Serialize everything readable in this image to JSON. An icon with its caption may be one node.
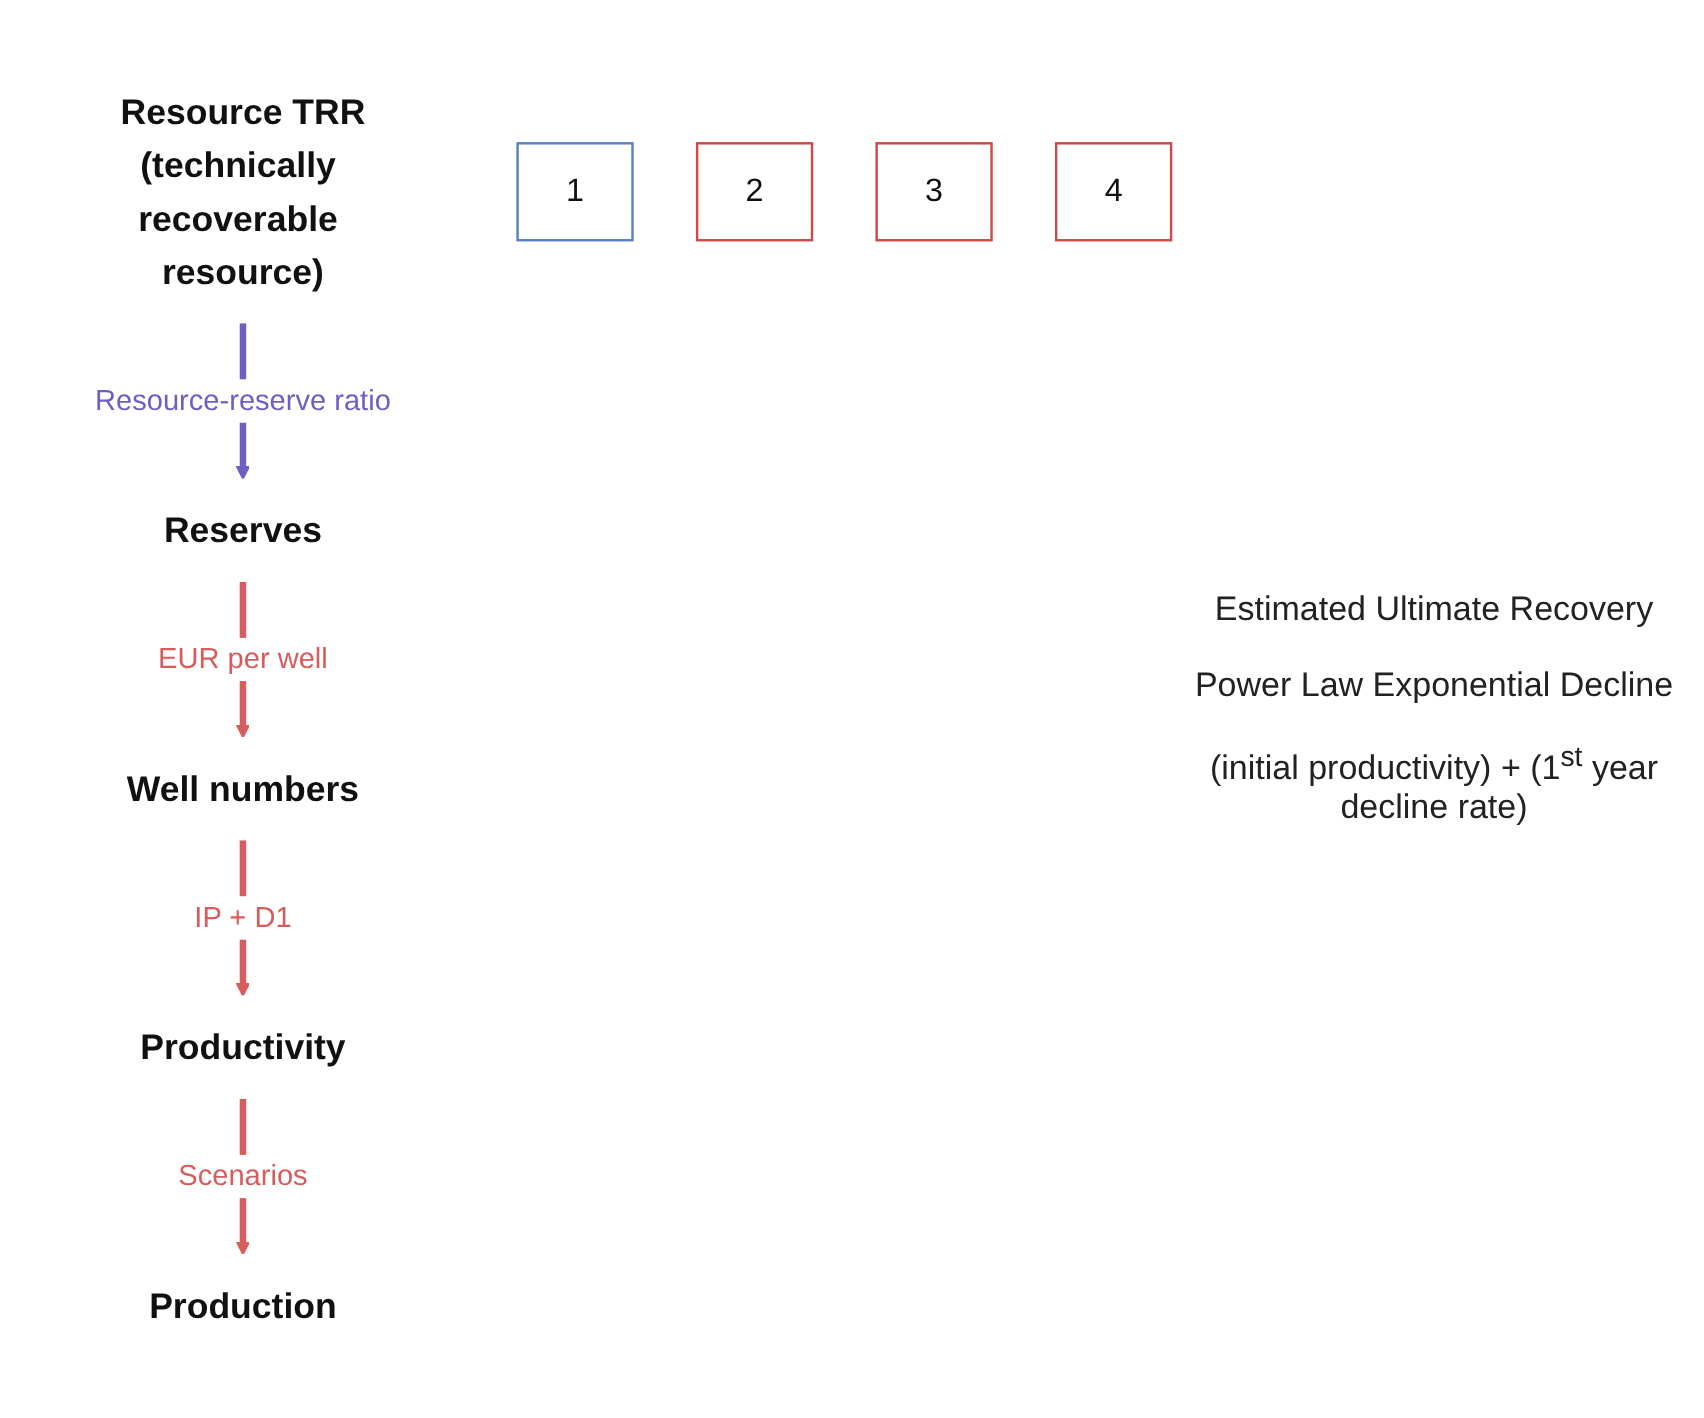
{
  "diagram": {
    "nodes": [
      {
        "text": [
          "Resource TRR",
          "(technically recoverable resource)"
        ]
      },
      {
        "text": [
          "Reserves"
        ]
      },
      {
        "text": [
          "Well numbers"
        ]
      },
      {
        "text": [
          "Productivity"
        ]
      },
      {
        "text": [
          "Production"
        ]
      },
      {
        "text": [
          "1"
        ]
      },
      {
        "text": [
          "2"
        ]
      },
      {
        "text": [
          "3"
        ]
      },
      {
        "text": [
          "4"
        ]
      }
    ],
    "edges": [
      {
        "from": 0,
        "to": 1,
        "arrow": "to",
        "label": "Resource-reserve ratio",
        "color": "#6f5fc4"
      },
      {
        "from": 1,
        "to": 2,
        "arrow": "to",
        "label": "EUR per well"
      },
      {
        "from": 2,
        "to": 3,
        "arrow": "to",
        "label": "IP + D1"
      },
      {
        "from": 3,
        "to": 4,
        "arrow": "to",
        "label": "Scenarios"
      }
    ],
    "labels": [
      "Estimated Ultimate Recovery",
      "Power Law Exponential Decline",
      "(initial productivity) + (1$^{st}$ year decline rate)"
    ]
  }
}
